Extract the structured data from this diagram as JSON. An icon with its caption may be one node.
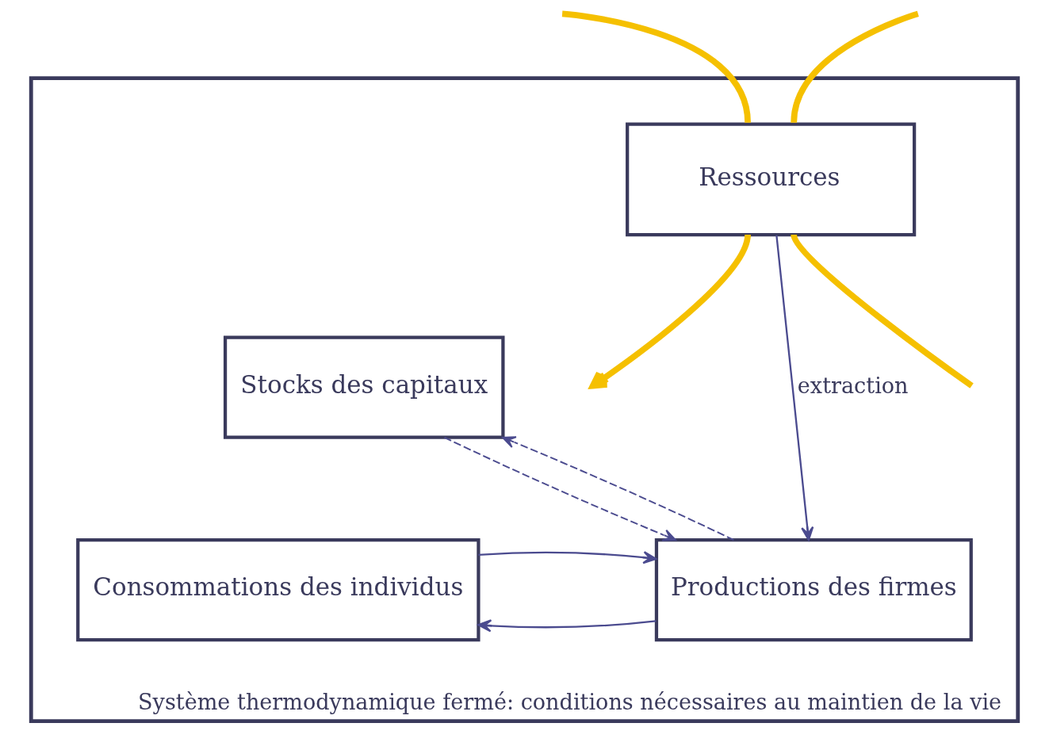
{
  "diagram": {
    "nodes": [
      {
        "text": [
          "Système thermodynamique fermé: conditions nécessaires au maintien de la vie"
        ]
      },
      {
        "text": [
          "Ressources"
        ],
        "in": 0
      },
      {
        "text": [
          "Stocks des capitaux"
        ],
        "in": 0
      },
      {
        "text": [
          "Productions des firmes"
        ],
        "in": 0
      },
      {
        "text": [
          "Consommations des individus"
        ],
        "in": 0
      }
    ],
    "edges": [
      {
        "from": null,
        "to": 1,
        "arrow": "none",
        "style": "thick",
        "color": "#f5c000"
      },
      {
        "from": null,
        "to": 1,
        "arrow": "none",
        "style": "thick",
        "color": "#f5c000"
      },
      {
        "from": 1,
        "to": null,
        "arrow": "to",
        "style": "thick",
        "color": "#f5c000"
      },
      {
        "from": 1,
        "to": null,
        "arrow": "none",
        "style": "thick",
        "color": "#f5c000"
      },
      {
        "from": 1,
        "to": 3,
        "arrow": "to",
        "label": "extraction"
      },
      {
        "from": 2,
        "to": 3,
        "arrow": "to",
        "style": "dashed"
      },
      {
        "from": 3,
        "to": 2,
        "arrow": "to",
        "style": "dashed"
      },
      {
        "from": 3,
        "to": 4,
        "arrow": "to"
      },
      {
        "from": 4,
        "to": 3,
        "arrow": "to"
      }
    ]
  }
}
